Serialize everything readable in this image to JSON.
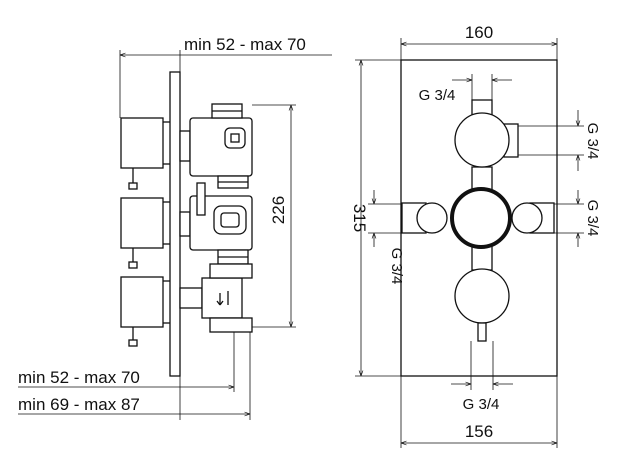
{
  "side_view": {
    "dim_top": "min 52 - max 70",
    "dim_bottom_1": "min 52 - max 70",
    "dim_bottom_2": "min 69 - max 87",
    "dim_height": "226"
  },
  "front_view": {
    "dim_width_top": "160",
    "dim_width_bottom": "156",
    "dim_height": "315",
    "thread_top": "G 3/4",
    "thread_right_upper": "G 3/4",
    "thread_right_lower": "G 3/4",
    "thread_left": "G 3/4",
    "thread_bottom": "G 3/4"
  }
}
